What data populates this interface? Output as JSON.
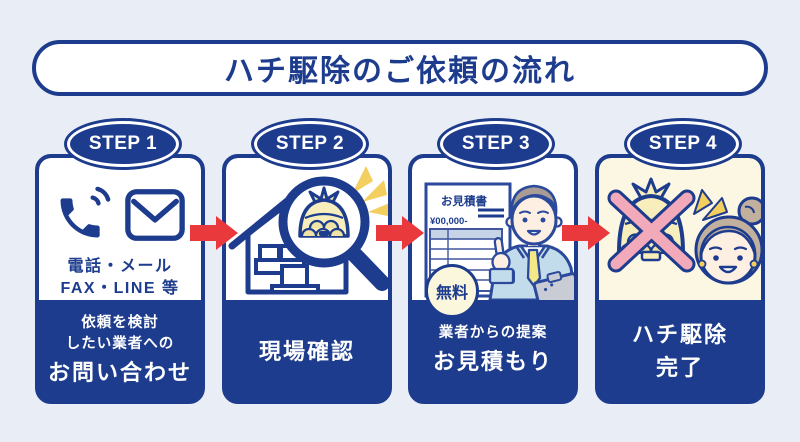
{
  "colors": {
    "background": "#e9edf6",
    "navy": "#1d3c8d",
    "arrow_red": "#e9393d",
    "cream": "#fbf7e3",
    "pink_cross": "#f2a9ba",
    "sparkle_yellow": "#f2cf5e"
  },
  "title": "ハチ駆除のご依頼の流れ",
  "steps": [
    {
      "badge": "STEP 1",
      "caption_line1": "電話・メール",
      "caption_line2": "FAX・LINE 等",
      "desc_line1": "依頼を検討",
      "desc_line2": "したい業者への",
      "desc_main": "お問い合わせ"
    },
    {
      "badge": "STEP 2",
      "desc_main": "現場確認"
    },
    {
      "badge": "STEP 3",
      "free_badge": "無料",
      "doc_title": "お見積書",
      "doc_amount": "¥00,000-",
      "desc_line1": "業者からの提案",
      "desc_main": "お見積もり"
    },
    {
      "badge": "STEP 4",
      "desc_main": "ハチ駆除",
      "desc_main2": "完了"
    }
  ]
}
